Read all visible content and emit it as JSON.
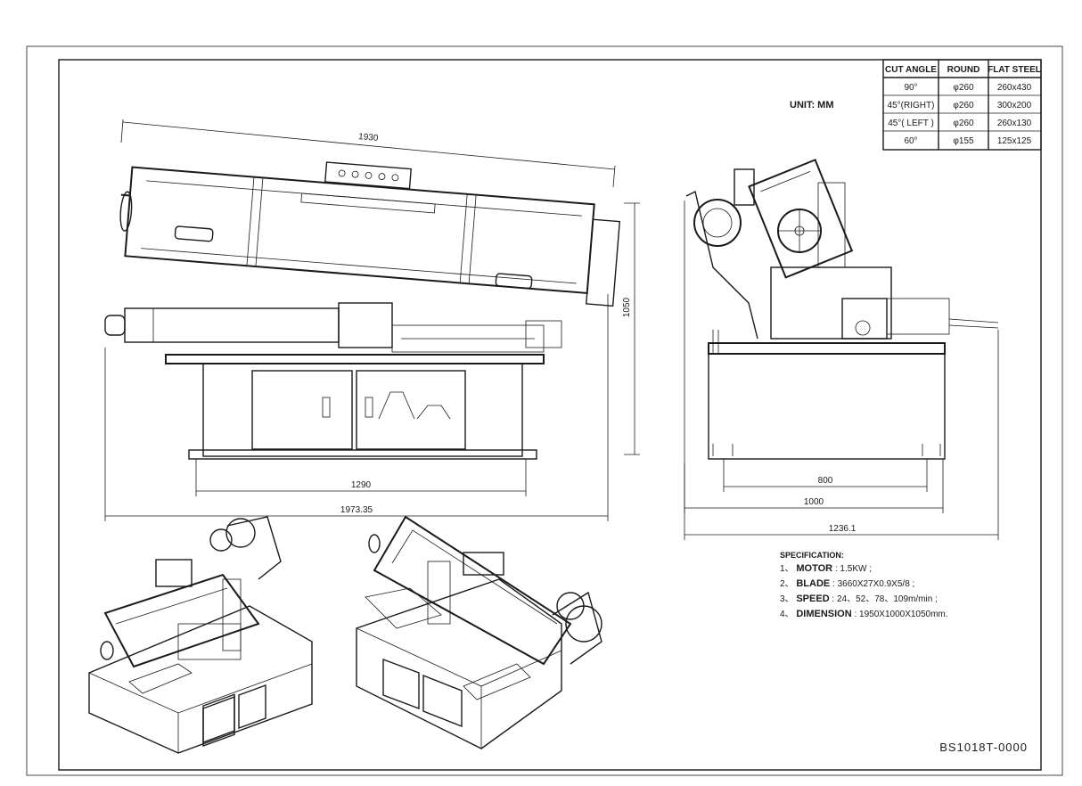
{
  "unit_label": "UNIT: MM",
  "cut_table": {
    "headers": [
      "CUT ANGLE",
      "ROUND",
      "FLAT STEEL"
    ],
    "rows": [
      [
        "90°",
        "φ260",
        "260x430"
      ],
      [
        "45°(RIGHT)",
        "φ260",
        "300x200"
      ],
      [
        "45°( LEFT )",
        "φ260",
        "260x130"
      ],
      [
        "60°",
        "φ155",
        "125x125"
      ]
    ]
  },
  "dimensions": {
    "side_length": "1930",
    "side_height": "1050",
    "base_length": "1290",
    "total_length": "1973.35",
    "end_inner": "800",
    "end_base": "1000",
    "end_total": "1236.1"
  },
  "specification": {
    "title": "SPECIFICATION:",
    "items": [
      {
        "num": "1、",
        "label": "MOTOR",
        "value": ": 1.5KW ;"
      },
      {
        "num": "2、",
        "label": "BLADE",
        "value": ": 3660X27X0.9X5/8 ;"
      },
      {
        "num": "3、",
        "label": "SPEED",
        "value": ": 24、52、78、109m/min ;"
      },
      {
        "num": "4、",
        "label": "DIMENSION",
        "value": ": 1950X1000X1050mm."
      }
    ]
  },
  "drawing_number": "BS1018T-0000"
}
